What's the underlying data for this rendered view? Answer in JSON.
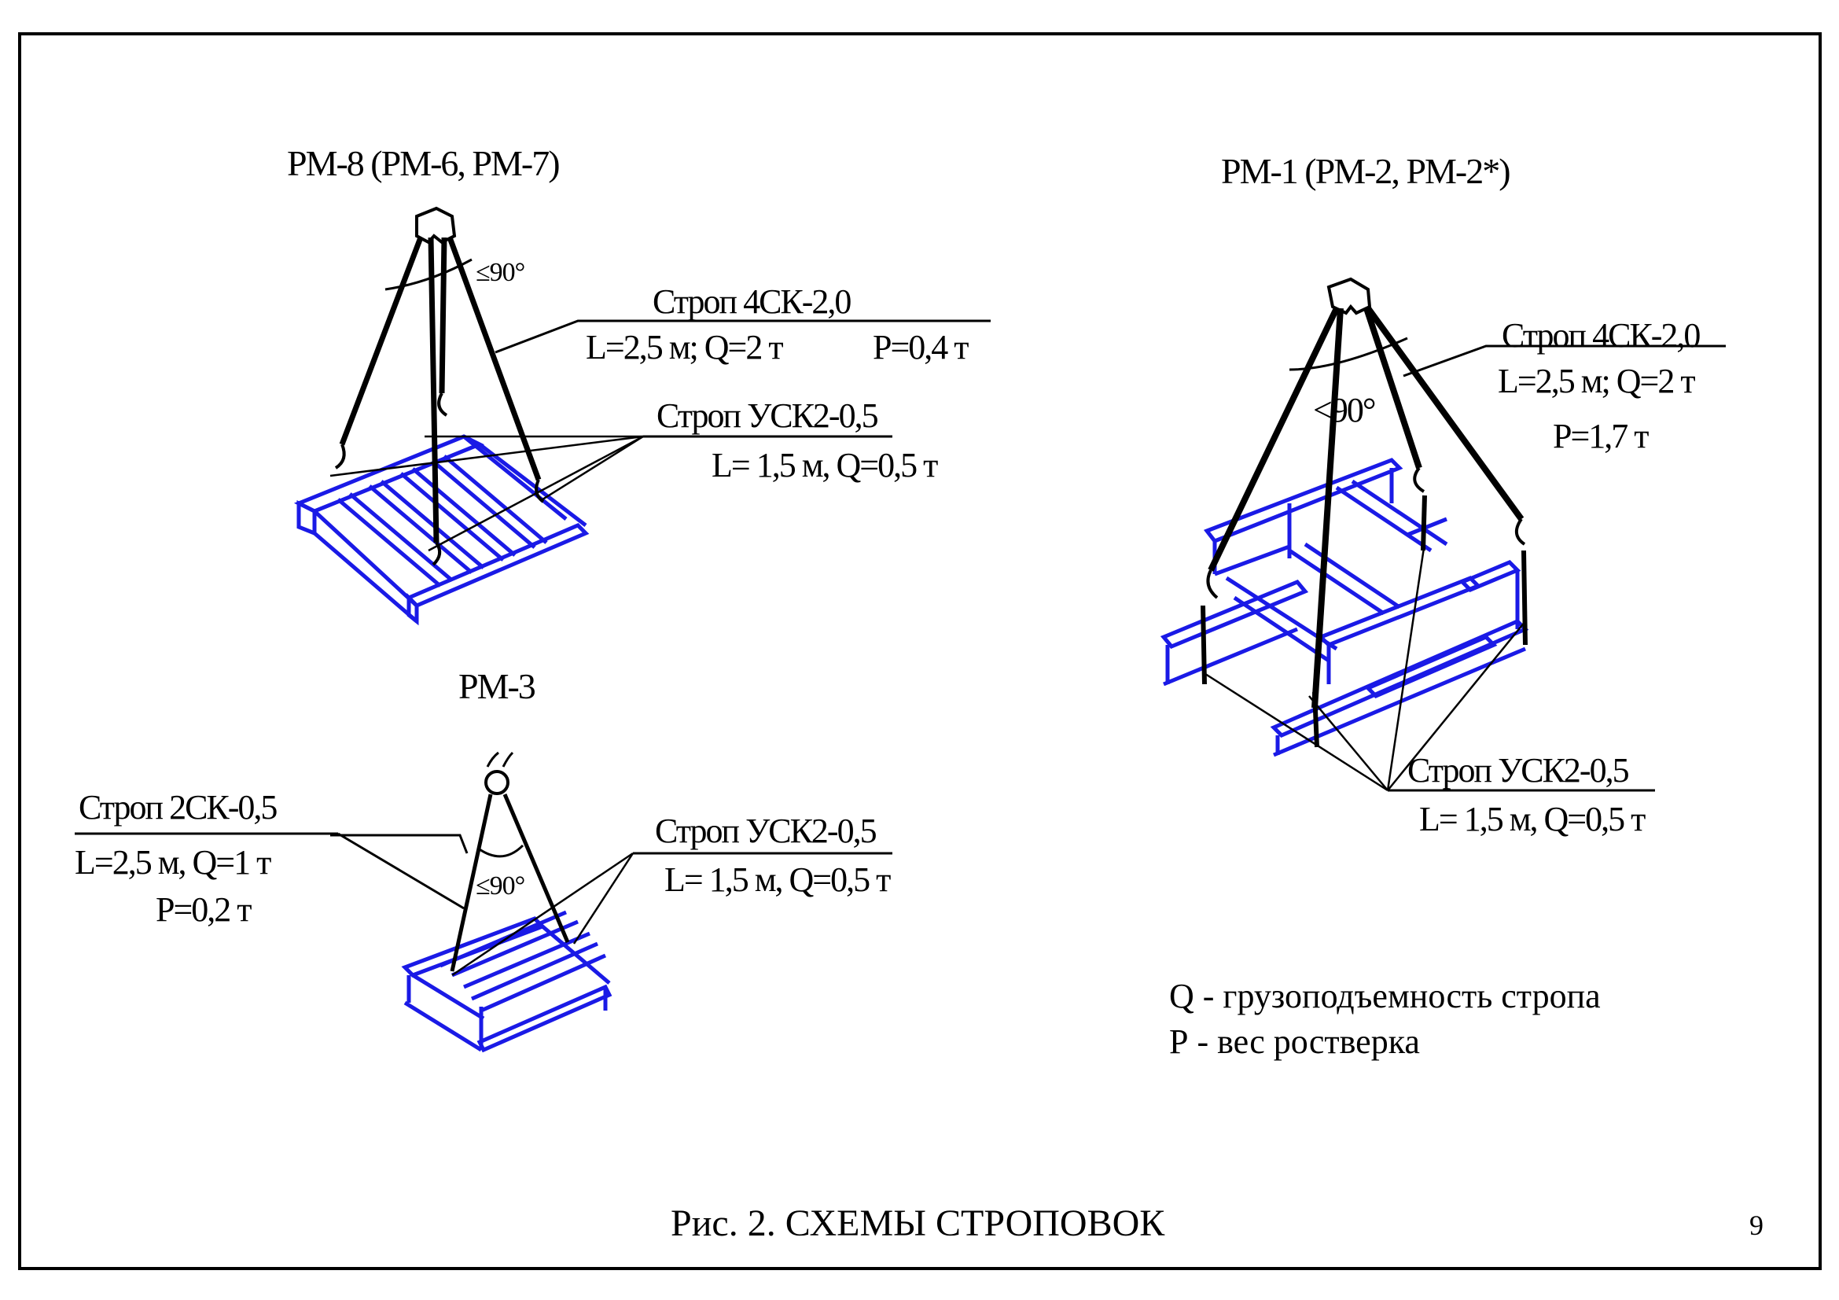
{
  "colors": {
    "frame_beams": "#1a1ae6",
    "slings": "#000000",
    "background": "#ffffff"
  },
  "schemes": [
    {
      "id": "rm8",
      "title": "РМ-8 (РМ-6, РМ-7)",
      "angle": "≤90°",
      "sling_main": {
        "name": "Строп 4СК-2,0",
        "params": "L=2,5 м; Q=2 т",
        "weight": "Р=0,4 т"
      },
      "sling_aux": {
        "name": "Строп УСК2-0,5",
        "params": "L= 1,5 м, Q=0,5 т"
      }
    },
    {
      "id": "rm1",
      "title": "РМ-1 (РМ-2, РМ-2*)",
      "angle": "<90°",
      "sling_main": {
        "name": "Строп 4СК-2,0",
        "params": "L=2,5 м; Q=2 т",
        "weight": "Р=1,7 т"
      },
      "sling_aux": {
        "name": "Строп УСК2-0,5",
        "params": "L= 1,5 м, Q=0,5 т"
      }
    },
    {
      "id": "rm3",
      "title": "РМ-3",
      "angle": "≤90°",
      "sling_main": {
        "name": "Строп 2СК-0,5",
        "params": "L=2,5 м, Q=1 т",
        "weight": "Р=0,2 т"
      },
      "sling_aux": {
        "name": "Строп УСК2-0,5",
        "params": "L= 1,5 м, Q=0,5 т"
      }
    }
  ],
  "legend": [
    "Q - грузоподъемность стропа",
    "Р - вес ростверка"
  ],
  "caption": "Рис. 2.  СХЕМЫ СТРОПОВОК",
  "page_number": "9"
}
